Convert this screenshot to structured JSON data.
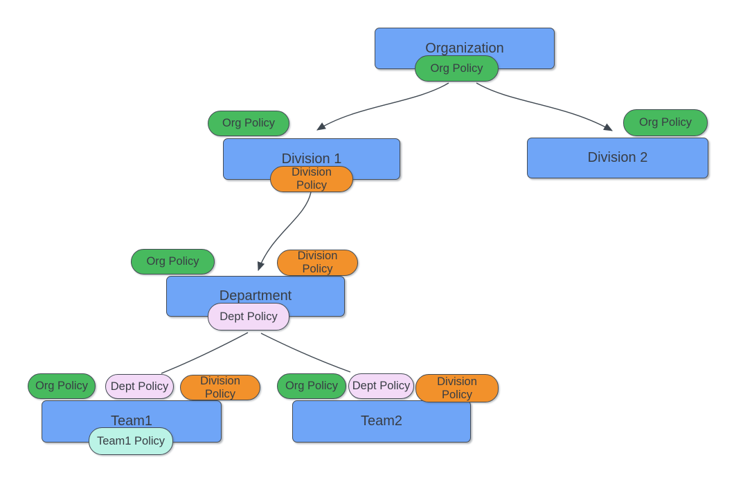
{
  "palette": {
    "background": "#FFFFFF",
    "node_fill": "#6FA5F7",
    "node_border": "#444B54",
    "edge_color": "#3F4851",
    "text_color": "#383D44",
    "org_policy_fill": "#47BA5E",
    "division_policy_fill": "#F2912B",
    "dept_policy_fill": "#F3DAF7",
    "team_policy_fill": "#BBF3E6"
  },
  "nodes": [
    {
      "id": "organization",
      "label": "Organization"
    },
    {
      "id": "division-1",
      "label": "Division 1"
    },
    {
      "id": "division-2",
      "label": "Division 2"
    },
    {
      "id": "department",
      "label": "Department"
    },
    {
      "id": "team1",
      "label": "Team1"
    },
    {
      "id": "team2",
      "label": "Team2"
    }
  ],
  "badges": [
    {
      "node": "organization",
      "type": "org",
      "label": "Org Policy"
    },
    {
      "node": "division-1",
      "type": "org",
      "label": "Org Policy"
    },
    {
      "node": "division-1",
      "type": "division",
      "label": "Division Policy"
    },
    {
      "node": "division-2",
      "type": "org",
      "label": "Org Policy"
    },
    {
      "node": "department",
      "type": "org",
      "label": "Org Policy"
    },
    {
      "node": "department",
      "type": "division",
      "label": "Division Policy"
    },
    {
      "node": "department",
      "type": "dept",
      "label": "Dept Policy"
    },
    {
      "node": "team1",
      "type": "org",
      "label": "Org Policy"
    },
    {
      "node": "team1",
      "type": "dept",
      "label": "Dept Policy"
    },
    {
      "node": "team1",
      "type": "division",
      "label": "Division Policy"
    },
    {
      "node": "team1",
      "type": "team",
      "label": "Team1 Policy"
    },
    {
      "node": "team2",
      "type": "org",
      "label": "Org Policy"
    },
    {
      "node": "team2",
      "type": "dept",
      "label": "Dept Policy"
    },
    {
      "node": "team2",
      "type": "division",
      "label": "Division Policy"
    }
  ],
  "edges": [
    {
      "from": "organization",
      "to": "division-1",
      "arrow": true
    },
    {
      "from": "organization",
      "to": "division-2",
      "arrow": true
    },
    {
      "from": "division-1",
      "to": "department",
      "arrow": true
    },
    {
      "from": "department",
      "to": "team1",
      "arrow": false
    },
    {
      "from": "department",
      "to": "team2",
      "arrow": false
    }
  ]
}
